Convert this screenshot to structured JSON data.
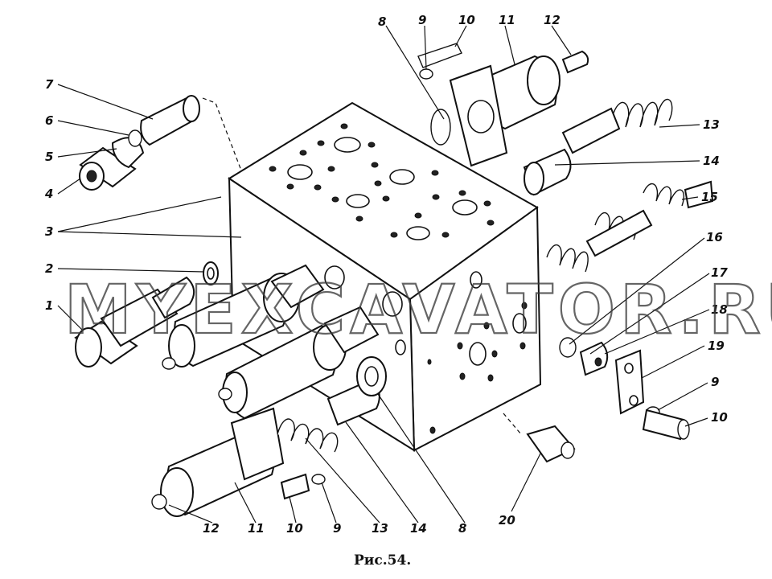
{
  "figure": {
    "caption": "Рис.54.",
    "watermark": "MYEXCAVATOR.RU",
    "callouts": {
      "c1": "1",
      "c2": "2",
      "c3": "3",
      "c4": "4",
      "c5": "5",
      "c6": "6",
      "c7": "7",
      "c8_top": "8",
      "c9_top": "9",
      "c10_top": "10",
      "c11_top": "11",
      "c12_top": "12",
      "c13_right": "13",
      "c14_right": "14",
      "c15": "15",
      "c16": "16",
      "c17": "17",
      "c18": "18",
      "c19": "19",
      "c9_right": "9",
      "c10_right": "10",
      "c12_bottom": "12",
      "c11_bottom": "11",
      "c10_bottom": "10",
      "c9_bottom": "9",
      "c13_bottom": "13",
      "c14_bottom": "14",
      "c8_bottom": "8",
      "c20": "20"
    }
  }
}
